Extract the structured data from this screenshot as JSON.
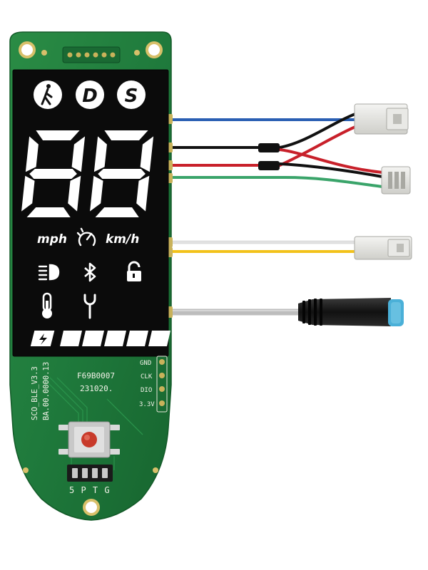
{
  "display": {
    "mode_buttons": [
      "D",
      "S"
    ],
    "speed_digits": "88",
    "unit_mph": "mph",
    "unit_kmh": "km/h",
    "battery_segments": 5
  },
  "pcb_silkscreen": {
    "board_id_line1": "SCO_BLE_V3.3",
    "board_id_line2": "BA.00.0000.13",
    "chip_code": "F69B0007",
    "date_code": "231020.",
    "pin_gnd": "GND",
    "pin_clk": "CLK",
    "pin_dio": "DIO",
    "pin_33v": "3.3V",
    "bottom_pins": "5 P T G"
  },
  "wire_colors": {
    "pcb_green": "#1f7a3c",
    "lcd_black": "#0a0a0a",
    "blue": "#2a5fb3",
    "black": "#111111",
    "red": "#c8202a",
    "green": "#3aa46a",
    "white": "#e8e8e8",
    "yellow": "#f2c21a",
    "grey": "#bdbdbd",
    "connector_accent": "#4ab0d8"
  },
  "icons": [
    "walk-mode-icon",
    "speedometer-icon",
    "headlight-icon",
    "bluetooth-icon",
    "lock-icon",
    "temperature-icon",
    "wrench-icon",
    "charging-bolt-icon"
  ]
}
